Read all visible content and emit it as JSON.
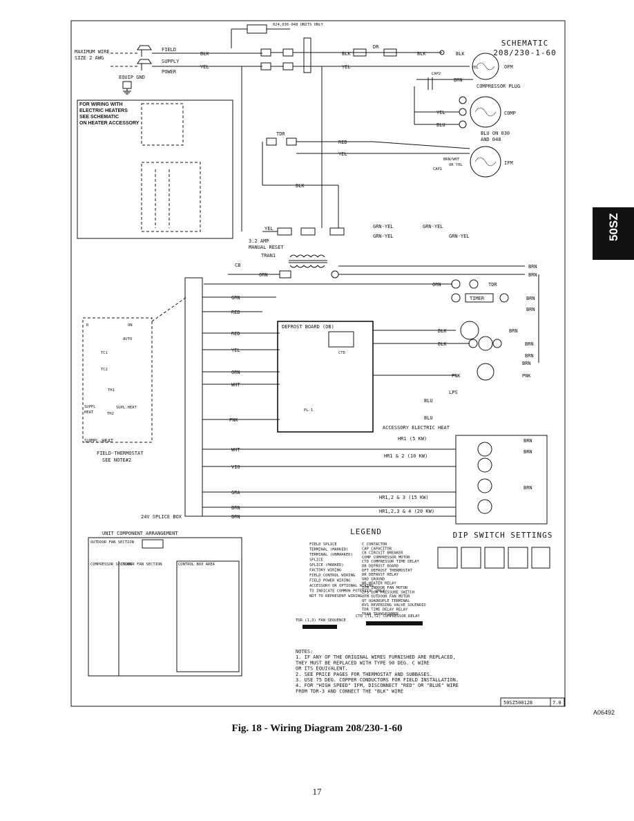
{
  "side_tab": "50SZ",
  "caption": "Fig. 18 - Wiring Diagram 208/230-1-60",
  "figure_id": "A06492",
  "page_number": "17",
  "diagram": {
    "title_1": "SCHEMATIC",
    "title_2": "208/230-1-60",
    "max_wire_1": "MAXIMUM WIRE",
    "max_wire_2": "SIZE 2 AWG",
    "field_1": "FIELD",
    "field_2": "SUPPLY",
    "field_3": "POWER",
    "equip_gnd": "EQUIP GND",
    "heater_note_1": "FOR WIRING WITH",
    "heater_note_2": "ELECTRIC HEATERS",
    "heater_note_3": "SEE SCHEMATIC",
    "heater_note_4": "ON HEATER ACCESSORY",
    "cch_note": "024,036-048 UNITS ONLY",
    "ofm": "OFM",
    "comp_plug": "COMPRESSOR PLUG",
    "comp": "COMP",
    "blu_note_1": "BLU ON 030",
    "blu_note_2": "AND 048",
    "ifm": "IFM",
    "brn_wht": "BRN/WHT",
    "or_yel": "OR YEL",
    "manual_reset_1": "3.2 AMP",
    "manual_reset_2": "MANUAL RESET",
    "tran1": "TRAN1",
    "defrost_board": "DEFROST BOARD (DB)",
    "timer": "TIMER",
    "tdr": "TDR",
    "accessory_heat": "ACCESSORY ELECTRIC HEAT",
    "hr1": "HR1 (5 KW)",
    "hr12": "HR1 & 2 (10 KW)",
    "hr123": "HR1,2 & 3 (15 KW)",
    "hr1234": "HR1,2,3 & 4 (20 KW)",
    "field_thermostat": "FIELD-THERMOSTAT",
    "see_note": "SEE NOTE#2",
    "splice_box": "24V SPLICE BOX",
    "suppl_heat": "SUPPL.HEAT",
    "unit_component": "UNIT COMPONENT ARRANGEMENT",
    "outdoor_fan": "OUTDOOR FAN SECTION",
    "compressor_section": "COMPRESSOR SECTION",
    "indoor_fan": "INDOOR FAN SECTION",
    "control_box": "CONTROL BOX AREA",
    "legend": "LEGEND",
    "dip_switch": "DIP SWITCH SETTINGS",
    "part_number": "50SZ500128",
    "rev": "7.0",
    "wires": {
      "blk": "BLK",
      "yel": "YEL",
      "red": "RED",
      "brn": "BRN",
      "grn": "GRN",
      "orn": "ORN",
      "wht": "WHT",
      "pnk": "PNK",
      "blu": "BLU",
      "gra": "GRA",
      "vio": "VIO",
      "grn_yel": "GRN-YEL"
    },
    "legend_items": [
      "FIELD SPLICE",
      "TERMINAL (MARKED)",
      "TERMINAL (UNMARKED)",
      "SPLICE",
      "SPLICE (MARKED)",
      "FACTORY WIRING",
      "FIELD CONTROL WIRING",
      "FIELD POWER WIRING",
      "ACCESSORY OR OPTIONAL WIRING",
      "TO INDICATE COMMON POTENTIAL ONLY",
      "NOT TO REPRESENT WIRING"
    ],
    "abbreviations": [
      "C  CONTACTOR",
      "CAP  CAPACITOR",
      "CB  CIRCUIT BREAKER",
      "COMP  COMPRESSOR MOTOR",
      "CTD  COMPRESSOR TIME DELAY",
      "DB  DEFROST BOARD",
      "DFT  DEFROST THERMOSTAT",
      "DR  DEFROST RELAY",
      "GND  GROUND",
      "HR  HEATER RELAY",
      "IFM  INDOOR FAN MOTOR",
      "LPS  LOW PRESSURE SWITCH",
      "OFM  OUTDOOR FAN MOTOR",
      "QT  QUADRUPLE TERMINAL",
      "RVS  REVERSING VALVE SOLENOID",
      "TDR  TIME DELAY RELAY",
      "TRAN  TRANSFORMER"
    ],
    "notes": [
      "NOTES:",
      "1.  IF ANY OF THE ORIGINAL WIRES FURNISHED ARE REPLACED,",
      "    THEY MUST BE REPLACED WITH TYPE 90 DEG. C WIRE",
      "    OR ITS EQUIVALENT.",
      "2.  SEE PRICE PAGES FOR THERMOSTAT AND SUBBASES.",
      "3.  USE 75 DEG. COPPER CONDUCTORS FOR FIELD INSTALLATION.",
      "4.  FOR \"HIGH SPEED\" IFM, DISCONNECT \"RED\" OR \"BLUE\" WIRE",
      "    FROM TDR-3 AND CONNECT THE \"BLK\" WIRE"
    ],
    "fan_sequence": "TDR (1,3)  FAN SEQUENCE",
    "comp_delay": "CTD (T1,T2)  COMPRESSOR DELAY"
  }
}
